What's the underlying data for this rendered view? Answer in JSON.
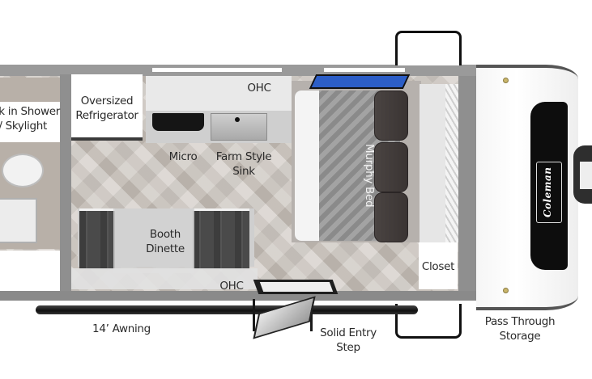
{
  "diagram": {
    "type": "rv-floor-plan",
    "brand_badge": "Coleman",
    "labels": {
      "shower": [
        "k in Shower",
        "/ Skylight"
      ],
      "refrigerator": [
        "Oversized",
        "Refrigerator"
      ],
      "ohc_top": "OHC",
      "micro": "Micro",
      "sink": [
        "Farm Style",
        "Sink"
      ],
      "murphy_bed": "Murphy Bed",
      "dinette": [
        "Booth",
        "Dinette"
      ],
      "ohc_bottom": "OHC",
      "closet": "Closet",
      "awning": "14’ Awning",
      "entry_step": [
        "Solid Entry",
        "Step"
      ],
      "pass_through": [
        "Pass Through",
        "Storage"
      ]
    },
    "colors": {
      "shell": "#8d8d8d",
      "floor": "#cdc7c1",
      "accent_blue": "#2c5ec7",
      "badge": "#0d0d0d",
      "text": "#2a2a2a"
    }
  }
}
